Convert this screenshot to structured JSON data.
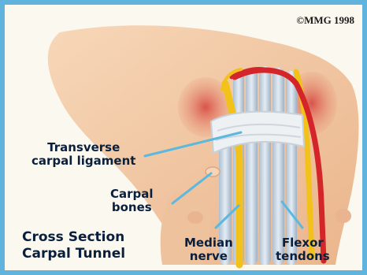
{
  "copyright": "©MMG 1998",
  "title": {
    "line1": "Cross Section",
    "line2": "Carpal Tunnel"
  },
  "labels": {
    "transverse": {
      "line1": "Transverse",
      "line2": "carpal ligament"
    },
    "carpal_bones": {
      "line1": "Carpal",
      "line2": "bones"
    },
    "median_nerve": {
      "line1": "Median",
      "line2": "nerve"
    },
    "flexor_tendons": {
      "line1": "Flexor",
      "line2": "tendons"
    }
  },
  "colors": {
    "frame": "#5fb3dc",
    "skin": "#f4c9a4",
    "muscle": "#c9473f",
    "artery": "#d4262a",
    "nerve": "#f2c21a",
    "tendon": "#c7d7e6",
    "ligament": "#eef1f4",
    "pointer": "#5bb8de"
  }
}
